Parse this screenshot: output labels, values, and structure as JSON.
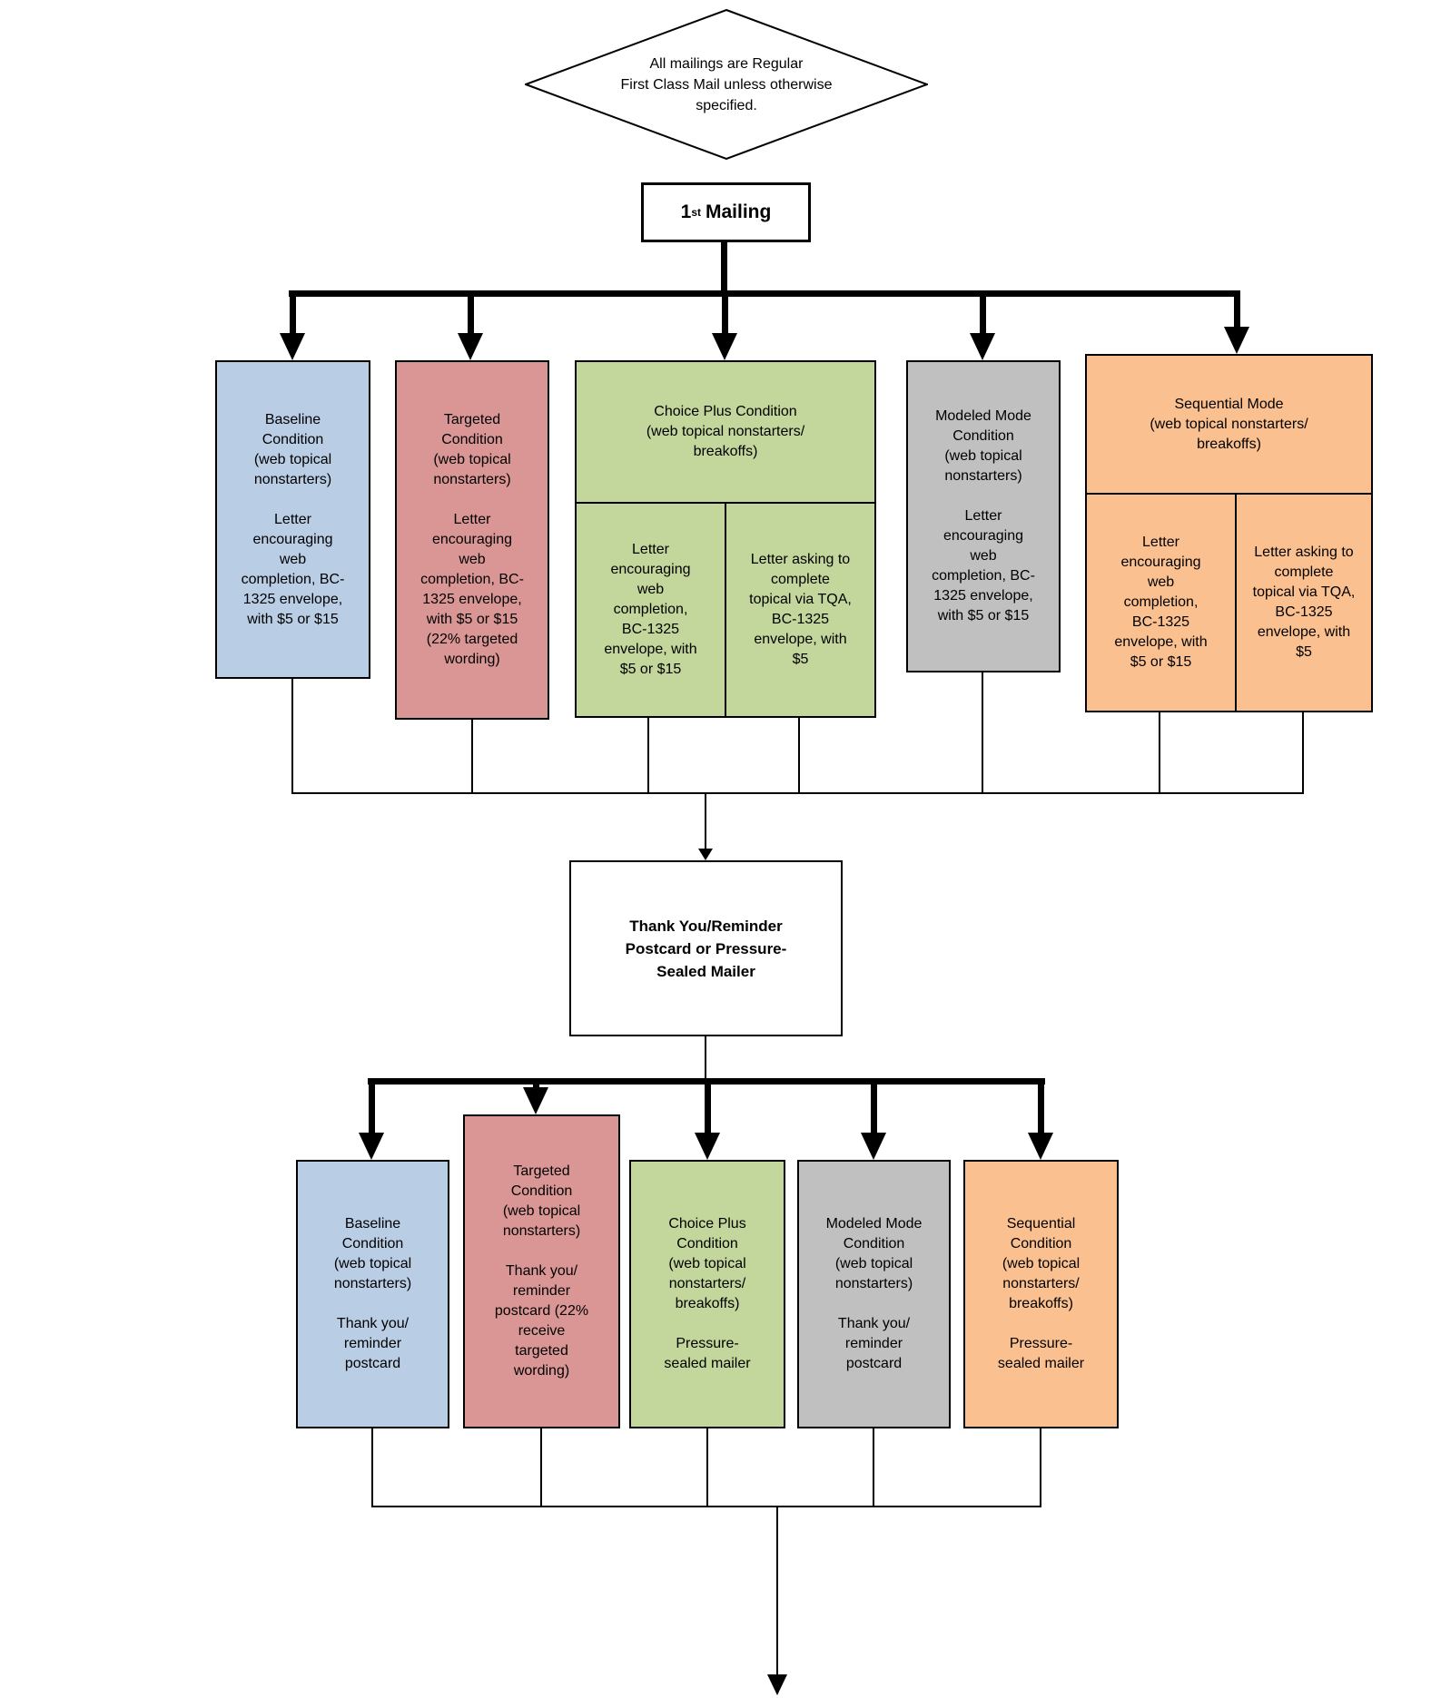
{
  "diamond_note": "All mailings are Regular\nFirst Class Mail unless otherwise\nspecified.",
  "first_mailing": {
    "number": "1",
    "ordinal": "st",
    "label": "Mailing"
  },
  "colors": {
    "baseline": "#B9CDE5",
    "targeted": "#D99694",
    "choice_plus": "#C3D69B",
    "modeled": "#C0C0C0",
    "sequential": "#FAC090",
    "connector": "#000000"
  },
  "row1": {
    "baseline": {
      "title": "Baseline\nCondition\n(web topical\nnonstarters)",
      "body": "Letter\nencouraging\nweb\ncompletion, BC-\n1325 envelope,\nwith $5 or $15"
    },
    "targeted": {
      "title": "Targeted\nCondition\n(web topical\nnonstarters)",
      "body": "Letter\nencouraging\nweb\ncompletion, BC-\n1325 envelope,\nwith $5 or $15\n(22% targeted\nwording)"
    },
    "choice_plus": {
      "header": "Choice Plus Condition\n(web topical nonstarters/\nbreakoffs)",
      "left_cell": "Letter\nencouraging\nweb\ncompletion,\nBC-1325\nenvelope, with\n$5 or $15",
      "right_cell": "Letter asking to\ncomplete\ntopical via TQA,\nBC-1325\nenvelope, with\n$5"
    },
    "modeled": {
      "title": "Modeled Mode\nCondition\n(web topical\nnonstarters)",
      "body": "Letter\nencouraging\nweb\ncompletion, BC-\n1325 envelope,\nwith $5 or $15"
    },
    "sequential": {
      "header": "Sequential Mode\n(web topical nonstarters/\nbreakoffs)",
      "left_cell": "Letter\nencouraging\nweb\ncompletion,\nBC-1325\nenvelope, with\n$5 or $15",
      "right_cell": "Letter asking to\ncomplete\ntopical via TQA,\nBC-1325\nenvelope, with\n$5"
    }
  },
  "reminder_box": "Thank You/Reminder\nPostcard or Pressure-\nSealed Mailer",
  "row2": {
    "baseline": {
      "title": "Baseline\nCondition\n(web topical\nnonstarters)",
      "body": "Thank you/\nreminder\npostcard"
    },
    "targeted": {
      "title": "Targeted\nCondition\n(web topical\nnonstarters)",
      "body": "Thank you/\nreminder\npostcard (22%\nreceive\ntargeted\nwording)"
    },
    "choice_plus": {
      "title": "Choice Plus\nCondition\n(web topical\nnonstarters/\nbreakoffs)",
      "body": "Pressure-\nsealed mailer"
    },
    "modeled": {
      "title": "Modeled Mode\nCondition\n(web topical\nnonstarters)",
      "body": "Thank you/\nreminder\npostcard"
    },
    "sequential": {
      "title": "Sequential\nCondition\n(web topical\nnonstarters/\nbreakoffs)",
      "body": "Pressure-\nsealed mailer"
    }
  }
}
